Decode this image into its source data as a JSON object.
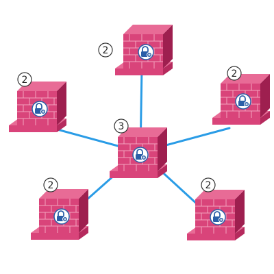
{
  "colors": {
    "link": "#2a9ce6",
    "wall_front": "#d9447a",
    "wall_side": "#9e1f4f",
    "wall_top": "#e86b96",
    "wall_shadow": "#b52a5d",
    "brick_line": "#f3a3bf",
    "badge_stroke": "#333333",
    "lock_circle": "#ffffff",
    "lock_icon": "#2a5fa8"
  },
  "nodes": [
    {
      "id": "hub",
      "label": "3",
      "icon": "lock-icon"
    },
    {
      "id": "top",
      "label": "2",
      "icon": "lock-icon"
    },
    {
      "id": "upper-left",
      "label": "2",
      "icon": "lock-icon"
    },
    {
      "id": "upper-right",
      "label": "2",
      "icon": "lock-icon"
    },
    {
      "id": "lower-left",
      "label": "2",
      "icon": "lock-icon"
    },
    {
      "id": "lower-right",
      "label": "2",
      "icon": "lock-icon"
    }
  ],
  "links": [
    {
      "from": "hub",
      "to": "top"
    },
    {
      "from": "hub",
      "to": "upper-left"
    },
    {
      "from": "hub",
      "to": "upper-right"
    },
    {
      "from": "hub",
      "to": "lower-left"
    },
    {
      "from": "hub",
      "to": "lower-right"
    }
  ]
}
